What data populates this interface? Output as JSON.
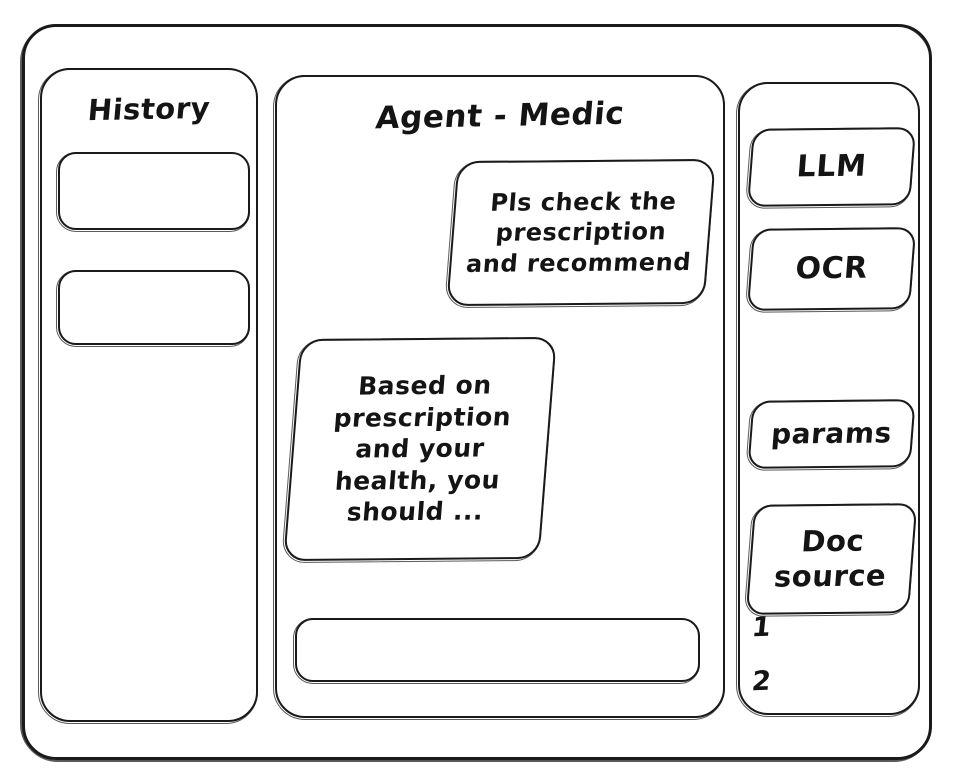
{
  "app": {
    "frame_label": "app-window",
    "stroke_color": "#1a1a1a",
    "background_color": "#ffffff"
  },
  "sidebar": {
    "title": "History",
    "items": [
      {
        "label": ""
      },
      {
        "label": ""
      }
    ]
  },
  "main": {
    "title": "Agent - Medic",
    "messages": [
      {
        "role": "user",
        "align": "right",
        "lines": [
          "Pls check the",
          "prescription",
          "and recommend"
        ]
      },
      {
        "role": "assistant",
        "align": "left",
        "lines": [
          "Based on",
          "prescription",
          "and your",
          "health, you",
          "should ..."
        ]
      }
    ],
    "composer": {
      "value": "",
      "placeholder": ""
    }
  },
  "tools": {
    "items": [
      {
        "lines": [
          "LLM"
        ]
      },
      {
        "lines": [
          "OCR"
        ]
      },
      {
        "lines": [
          "params"
        ]
      },
      {
        "lines": [
          "Doc",
          "source"
        ]
      }
    ],
    "doc_refs": [
      "1",
      "2"
    ]
  }
}
